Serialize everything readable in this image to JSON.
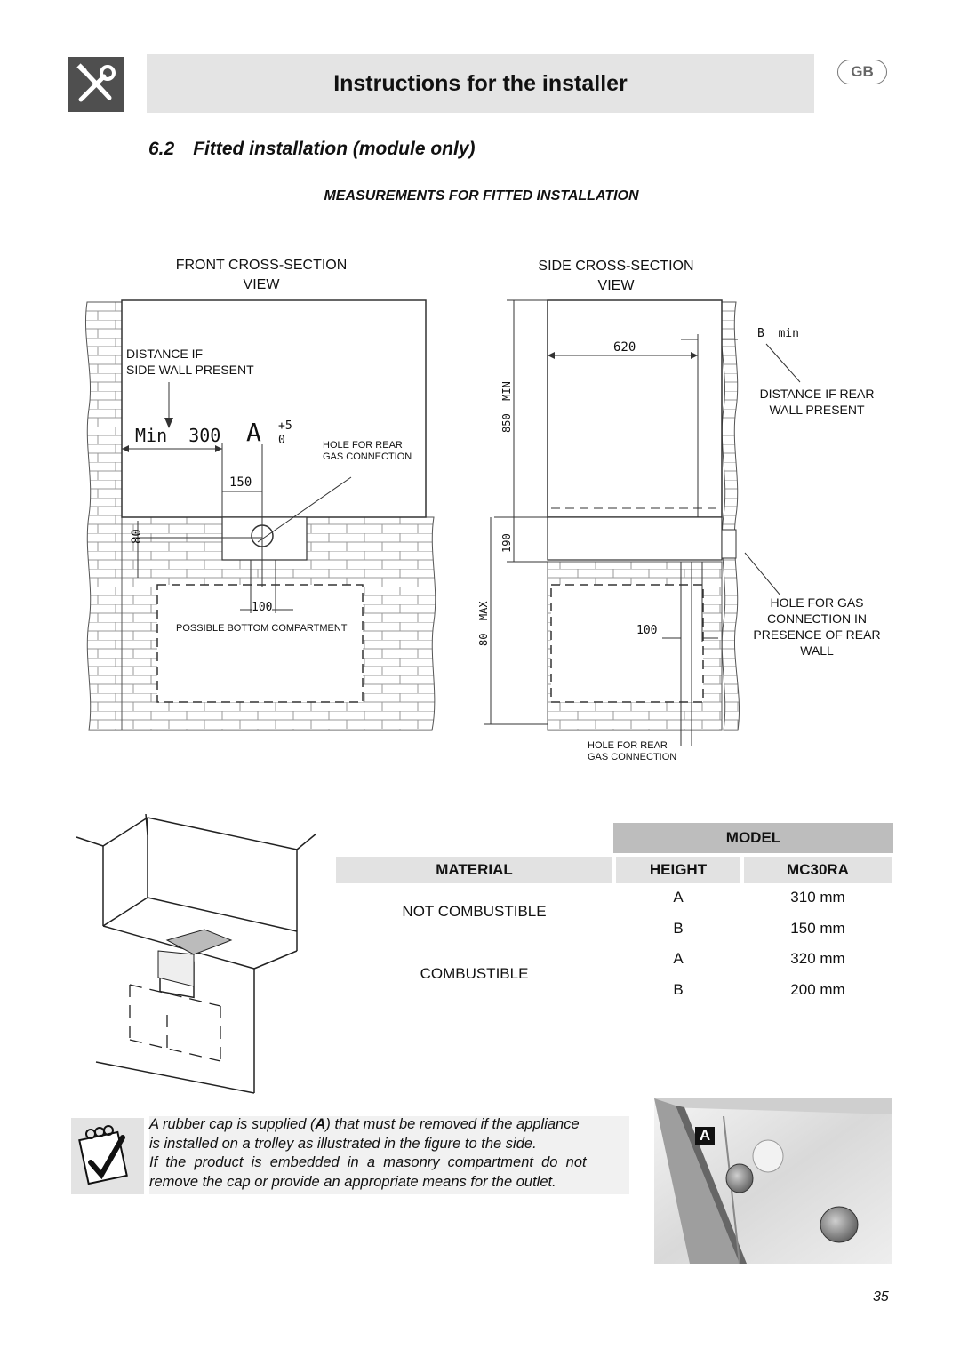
{
  "header": {
    "title": "Instructions for the installer",
    "lang_badge": "GB",
    "icon": "tools-icon"
  },
  "section": {
    "title": "6.2 Fitted installation (module only)",
    "subtitle": "MEASUREMENTS FOR FITTED INSTALLATION"
  },
  "front_view": {
    "title_line1": "FRONT CROSS-SECTION",
    "title_line2": "VIEW",
    "side_wall_line1": "DISTANCE IF",
    "side_wall_line2": "SIDE WALL PRESENT",
    "min_dim": "Min  300",
    "dim_a": "A",
    "tol_plus": "+5",
    "tol_zero": "0",
    "hole_line1": "HOLE FOR REAR",
    "hole_line2": "GAS CONNECTION",
    "dim_150": "150",
    "dim_80": "80",
    "dim_100": "100",
    "bottom_compartment": "POSSIBLE BOTTOM COMPARTMENT"
  },
  "side_view": {
    "title_line1": "SIDE CROSS-SECTION",
    "title_line2": "VIEW",
    "dim_620": "620",
    "b_min": "B  min",
    "rear_wall_line1": "DISTANCE IF REAR",
    "rear_wall_line2": "WALL PRESENT",
    "dim_850": "850  MIN",
    "dim_190": "190",
    "dim_80max": "80  MAX",
    "dim_100": "100",
    "hole_gas_line1": "HOLE FOR GAS",
    "hole_gas_line2": "CONNECTION IN",
    "hole_gas_line3": "PRESENCE OF REAR",
    "hole_gas_line4": "WALL",
    "hole_rear_line1": "HOLE FOR REAR",
    "hole_rear_line2": "GAS CONNECTION"
  },
  "table": {
    "model_header": "MODEL",
    "material_header": "MATERIAL",
    "height_header": "HEIGHT",
    "model_name": "MC30RA",
    "rows": [
      {
        "material": "NOT COMBUSTIBLE",
        "h1": "A",
        "v1": "310 mm",
        "h2": "B",
        "v2": "150 mm"
      },
      {
        "material": "COMBUSTIBLE",
        "h1": "A",
        "v1": "320 mm",
        "h2": "B",
        "v2": "200 mm"
      }
    ]
  },
  "note": {
    "line1_a": "A rubber cap is supplied (",
    "line1_b": "A",
    "line1_c": ") that must be removed if the appliance",
    "line2": "is installed on a trolley as illustrated in the figure to the side.",
    "line3": "If  the  product  is  embedded  in  a  masonry  compartment  do  not",
    "line4": "remove the cap or provide an appropriate means for the outlet.",
    "photo_label": "A"
  },
  "page_number": "35"
}
